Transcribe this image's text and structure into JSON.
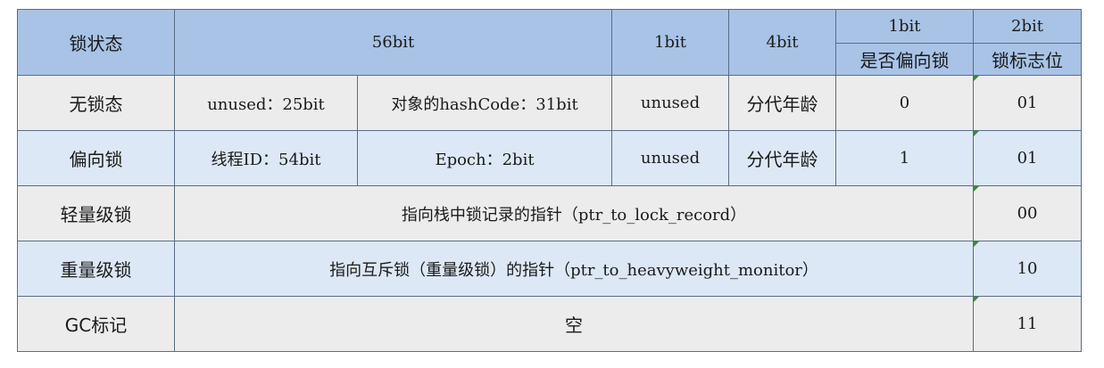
{
  "header": {
    "lock_state": "锁状态",
    "bits56": "56bit",
    "bits1_a": "1bit",
    "bits4": "4bit",
    "bits1_b": "1bit",
    "bits2": "2bit",
    "biased_flag": "是否偏向锁",
    "lock_flag": "锁标志位"
  },
  "rows": [
    {
      "state": "无锁态",
      "c1": "unused：25bit",
      "c2": "对象的hashCode：31bit",
      "c3": "unused",
      "age": "分代年龄",
      "biased": "0",
      "flag": "01"
    },
    {
      "state": "偏向锁",
      "c1": "线程ID：54bit",
      "c2": "Epoch：2bit",
      "c3": "unused",
      "age": "分代年龄",
      "biased": "1",
      "flag": "01"
    },
    {
      "state": "轻量级锁",
      "span": "指向栈中锁记录的指针（ptr_to_lock_record）",
      "flag": "00"
    },
    {
      "state": "重量级锁",
      "span": "指向互斥锁（重量级锁）的指针（ptr_to_heavyweight_monitor）",
      "flag": "10"
    },
    {
      "state": "GC标记",
      "span": "空",
      "flag": "11"
    }
  ]
}
